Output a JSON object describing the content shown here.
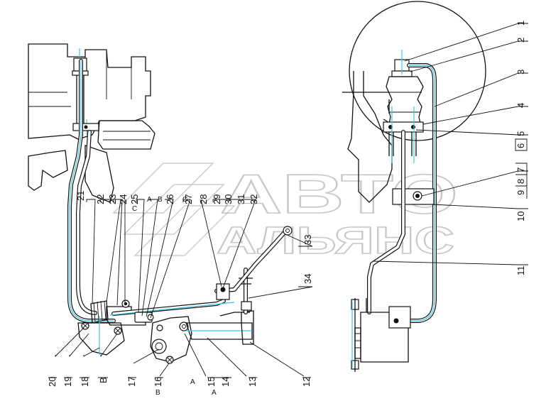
{
  "watermark": {
    "line1": "АВТО",
    "line2": "АЛЬЯНС"
  },
  "callouts_left": [
    {
      "id": "c21",
      "text": "21"
    },
    {
      "id": "c22",
      "text": "22"
    },
    {
      "id": "c23",
      "text": "23"
    },
    {
      "id": "c24",
      "text": "24"
    },
    {
      "id": "c25",
      "text": "25"
    },
    {
      "id": "c26",
      "text": "26"
    },
    {
      "id": "c27",
      "text": "27"
    },
    {
      "id": "c28",
      "text": "28"
    },
    {
      "id": "c29",
      "text": "29"
    },
    {
      "id": "c30",
      "text": "30"
    },
    {
      "id": "c31",
      "text": "31"
    },
    {
      "id": "c32",
      "text": "32"
    },
    {
      "id": "c33",
      "text": "33"
    },
    {
      "id": "c34",
      "text": "34"
    },
    {
      "id": "c20",
      "text": "20"
    },
    {
      "id": "c19",
      "text": "19"
    },
    {
      "id": "c18",
      "text": "18"
    },
    {
      "id": "cB1",
      "text": "B"
    },
    {
      "id": "c17",
      "text": "17"
    },
    {
      "id": "c16",
      "text": "16"
    },
    {
      "id": "c15",
      "text": "15"
    },
    {
      "id": "c14",
      "text": "14"
    },
    {
      "id": "c13",
      "text": "13"
    },
    {
      "id": "c12",
      "text": "12"
    }
  ],
  "callouts_right": [
    {
      "id": "r1",
      "text": "1"
    },
    {
      "id": "r2",
      "text": "2"
    },
    {
      "id": "r3",
      "text": "3"
    },
    {
      "id": "r4",
      "text": "4"
    },
    {
      "id": "r5",
      "text": "5"
    },
    {
      "id": "r6",
      "text": "6"
    },
    {
      "id": "r7",
      "text": "7"
    },
    {
      "id": "r8",
      "text": "8"
    },
    {
      "id": "r9",
      "text": "9"
    },
    {
      "id": "r10",
      "text": "10"
    },
    {
      "id": "r11",
      "text": "11"
    }
  ],
  "letters": {
    "a_top": "A",
    "b_top": "B",
    "c_top1": "C",
    "c_top2": "C",
    "b_bottom": "B",
    "a_bottom1": "A",
    "a_bottom2": "A"
  },
  "colors": {
    "axis": "#39c6e6",
    "ink": "#111111",
    "watermark": "#9a9a9a"
  }
}
